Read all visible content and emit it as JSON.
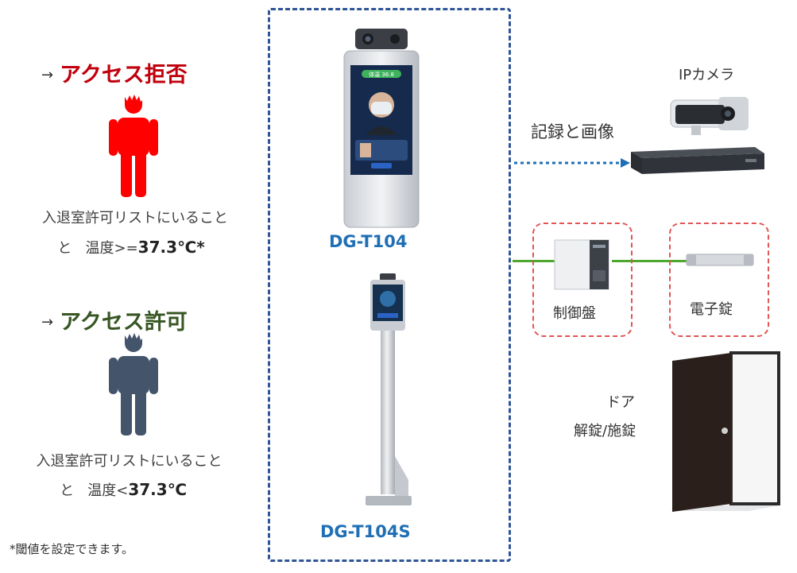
{
  "deny_rule": {
    "arrow": "→",
    "title": "アクセス拒否",
    "condition_line1": "入退室許可リストにいること",
    "condition_prefix": "と",
    "condition_text": "温度>=",
    "condition_value": "37.3℃*",
    "person_color": "#ff0000"
  },
  "allow_rule": {
    "arrow": "→",
    "title": "アクセス許可",
    "condition_line1": "入退室許可リストにいること",
    "condition_prefix": "と",
    "condition_text": "温度<",
    "condition_value": "37.3℃",
    "person_color": "#44546a"
  },
  "footnote": "*閾値を設定できます。",
  "devices": {
    "top_model": "DG-T104",
    "bottom_model": "DG-T104S",
    "screen_temp_badge": "体温 36.8"
  },
  "right": {
    "ip_camera_label": "IPカメラ",
    "record_label": "記録と画像",
    "controller_label": "制御盤",
    "lock_label": "電子錠",
    "door_label_line1": "ドア",
    "door_label_line2": "解錠/施錠"
  },
  "colors": {
    "deny": "#c0000c",
    "allow": "#375623",
    "panel_border": "#2f5597",
    "model_label": "#1f6fb5",
    "link_dotted": "#1f6fb5",
    "link_solid": "#4ea72e",
    "box_dashed": "#e05555"
  }
}
